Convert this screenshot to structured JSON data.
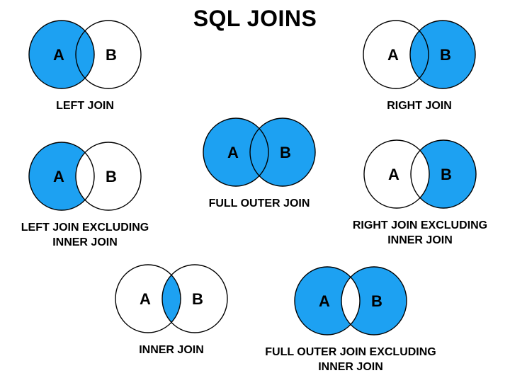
{
  "title": "SQL JOINS",
  "colors": {
    "included": "#1da1f2",
    "excluded": "#ffffff",
    "outline": "#000000",
    "text": "#000000",
    "background": "#ffffff"
  },
  "diagrams": [
    {
      "id": "left-join",
      "label": "LEFT JOIN",
      "set_a": "A",
      "set_b": "B",
      "regions": {
        "a": true,
        "intersection": true,
        "b": false
      }
    },
    {
      "id": "right-join",
      "label": "RIGHT JOIN",
      "set_a": "A",
      "set_b": "B",
      "regions": {
        "a": false,
        "intersection": true,
        "b": true
      }
    },
    {
      "id": "left-join-excluding-inner-join",
      "label": "LEFT JOIN EXCLUDING\nINNER JOIN",
      "set_a": "A",
      "set_b": "B",
      "regions": {
        "a": true,
        "intersection": false,
        "b": false
      }
    },
    {
      "id": "full-outer-join",
      "label": "FULL OUTER JOIN",
      "set_a": "A",
      "set_b": "B",
      "regions": {
        "a": true,
        "intersection": true,
        "b": true
      }
    },
    {
      "id": "right-join-excluding-inner-join",
      "label": "RIGHT JOIN EXCLUDING\nINNER JOIN",
      "set_a": "A",
      "set_b": "B",
      "regions": {
        "a": false,
        "intersection": false,
        "b": true
      }
    },
    {
      "id": "inner-join",
      "label": "INNER JOIN",
      "set_a": "A",
      "set_b": "B",
      "regions": {
        "a": false,
        "intersection": true,
        "b": false
      }
    },
    {
      "id": "full-outer-join-excluding-inner-join",
      "label": "FULL OUTER JOIN EXCLUDING\nINNER JOIN",
      "set_a": "A",
      "set_b": "B",
      "regions": {
        "a": true,
        "intersection": false,
        "b": true
      }
    }
  ]
}
